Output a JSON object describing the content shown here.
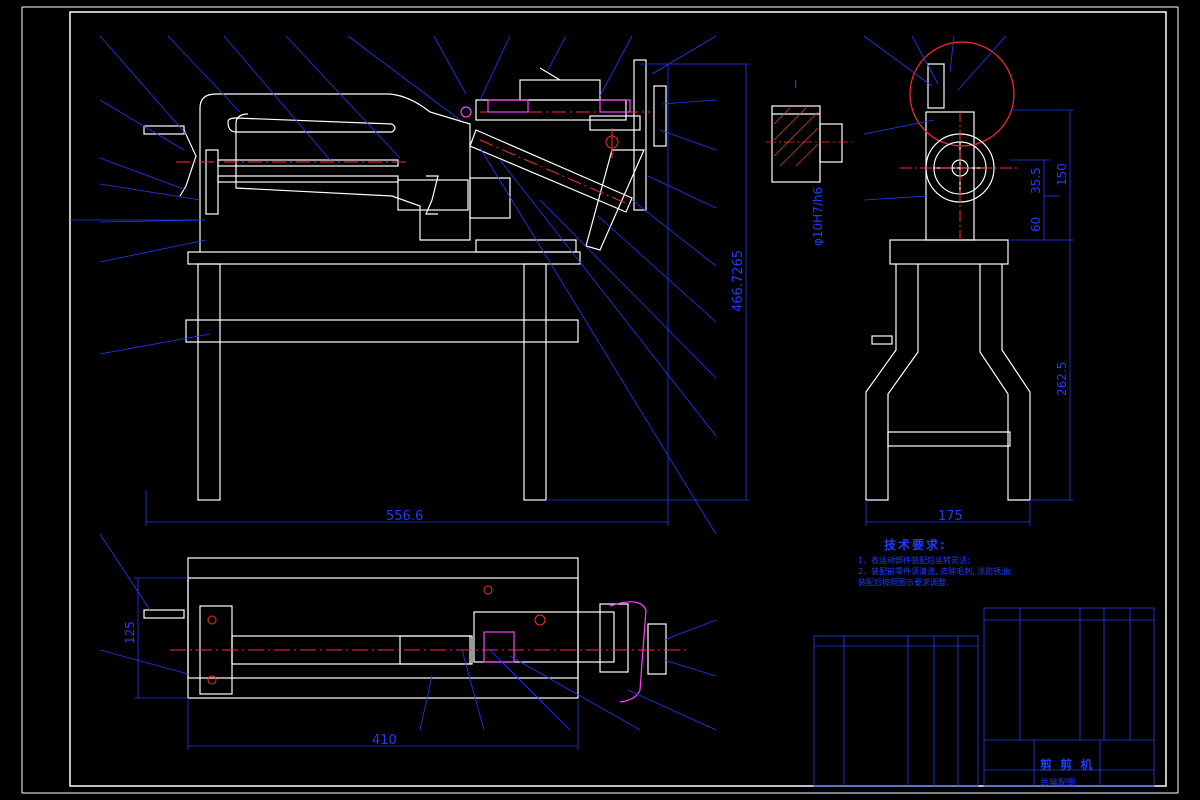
{
  "drawing": {
    "dimensions": {
      "overall_length": "556.6",
      "height_main": "466.7265",
      "base_length_plan": "410",
      "plan_width": "125",
      "side_width": "175",
      "side_h1": "150",
      "side_h2": "35.5",
      "side_h3": "60",
      "side_h4": "262.5",
      "fit": "φ10H7/h6",
      "detail_label": "I"
    },
    "technical_notes": {
      "title": "技术要求:",
      "lines": [
        "1、各运动部件装配后运转灵活;",
        "2、装配前零件须清洗, 去除毛刺, 涂防锈油;",
        "   装配后按照图示要求调整."
      ]
    },
    "title_block": {
      "name": "剪 剪 机",
      "subtitle": "总装配图"
    }
  },
  "palette": {
    "background": "#000000",
    "outline": "#ffffff",
    "dimension": "#1e3cff",
    "center": "#ff2a2a",
    "magenta": "#ff40ff",
    "yellow": "#ffff40"
  }
}
